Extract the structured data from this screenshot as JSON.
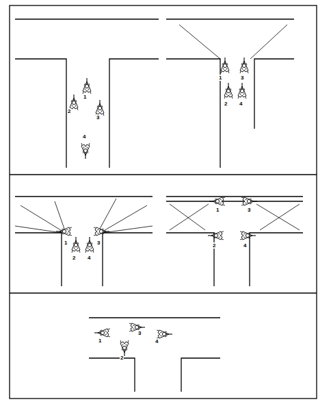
{
  "diagram": {
    "labels": [
      "1",
      "2",
      "3",
      "4",
      "1",
      "2",
      "3",
      "4",
      "1",
      "2",
      "3",
      "4",
      "1",
      "2",
      "3",
      "4",
      "1",
      "2",
      "3",
      "4"
    ]
  }
}
